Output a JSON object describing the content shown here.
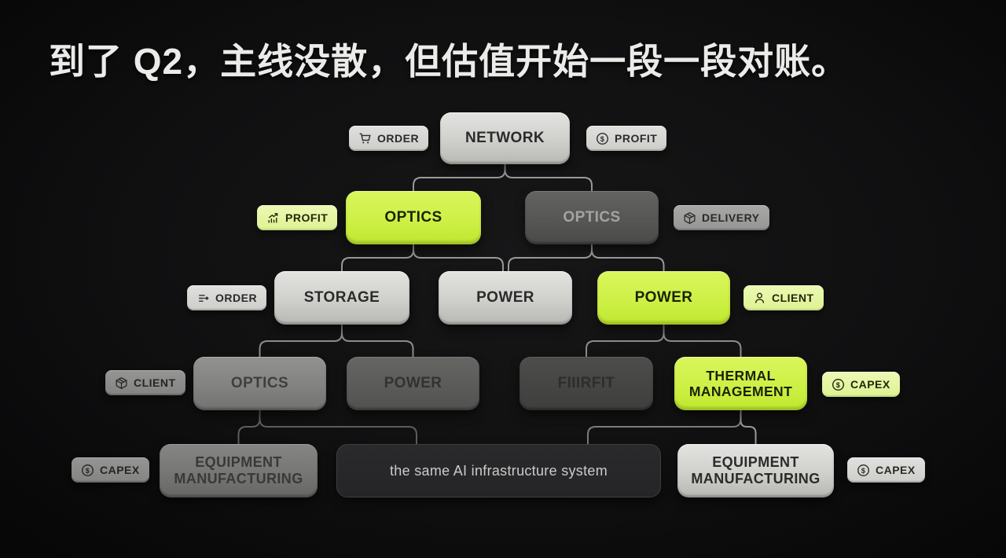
{
  "title": "到了 Q2，主线没散，但估值开始一段一段对账。",
  "colors": {
    "accent": "#cdf046",
    "accent_soft": "#e4f6a2",
    "silver": "#d6d6d2",
    "background": "#0d0d0e"
  },
  "nodes": {
    "network": {
      "label": "NETWORK"
    },
    "optics_l2": {
      "label": "OPTICS"
    },
    "optics_r2": {
      "label": "OPTICS"
    },
    "storage": {
      "label": "STORAGE"
    },
    "power_c3": {
      "label": "POWER"
    },
    "power_r3": {
      "label": "POWER"
    },
    "optics_l4": {
      "label": "OPTICS"
    },
    "power_l4": {
      "label": "POWER"
    },
    "fiiirfit": {
      "label": "FIIIRFIT"
    },
    "thermal": {
      "label": "THERMAL MANAGEMENT"
    },
    "equip_left": {
      "label": "EQUIPMENT MANUFACTURING"
    },
    "system": {
      "label": "the same AI infrastructure system"
    },
    "equip_right": {
      "label": "EQUIPMENT MANUFACTURING"
    }
  },
  "badges": {
    "order_top": {
      "label": "ORDER",
      "icon": "cart-icon"
    },
    "profit_top": {
      "label": "PROFIT",
      "icon": "dollar-circle-icon"
    },
    "profit_left": {
      "label": "PROFIT",
      "icon": "chart-up-icon"
    },
    "delivery": {
      "label": "DELIVERY",
      "icon": "package-icon"
    },
    "order_left": {
      "label": "ORDER",
      "icon": "list-arrow-icon"
    },
    "client_right": {
      "label": "CLIENT",
      "icon": "person-icon"
    },
    "client_left": {
      "label": "CLIENT",
      "icon": "package-icon"
    },
    "capex_mid": {
      "label": "CAPEX",
      "icon": "dollar-circle-icon"
    },
    "capex_left": {
      "label": "CAPEX",
      "icon": "dollar-circle-icon"
    },
    "capex_right": {
      "label": "CAPEX",
      "icon": "dollar-circle-icon"
    }
  }
}
